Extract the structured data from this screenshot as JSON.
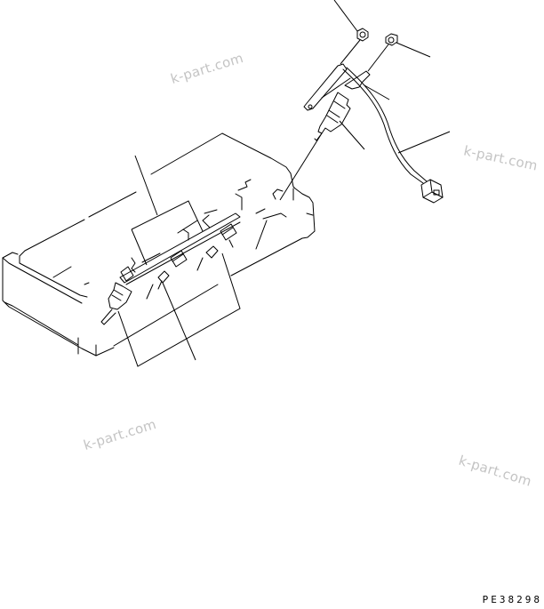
{
  "diagram": {
    "type": "exploded parts illustration",
    "subject": "glow plug / heater assembly on cylinder head",
    "drawing_code": "PE38298",
    "watermarks": [
      "k-part.com",
      "k-part.com",
      "k-part.com",
      "k-part.com"
    ],
    "colors": {
      "line": "#000000",
      "watermark": "#c4c4c4",
      "background": "#ffffff"
    },
    "parts": [
      {
        "id": "nut-1",
        "name": "nut"
      },
      {
        "id": "nut-2",
        "name": "nut"
      },
      {
        "id": "bus-bar",
        "name": "connecting plate"
      },
      {
        "id": "glow-plug",
        "name": "glow plug"
      },
      {
        "id": "wire-harness",
        "name": "wire harness with connector"
      },
      {
        "id": "cylinder-head",
        "name": "cylinder head"
      }
    ]
  }
}
